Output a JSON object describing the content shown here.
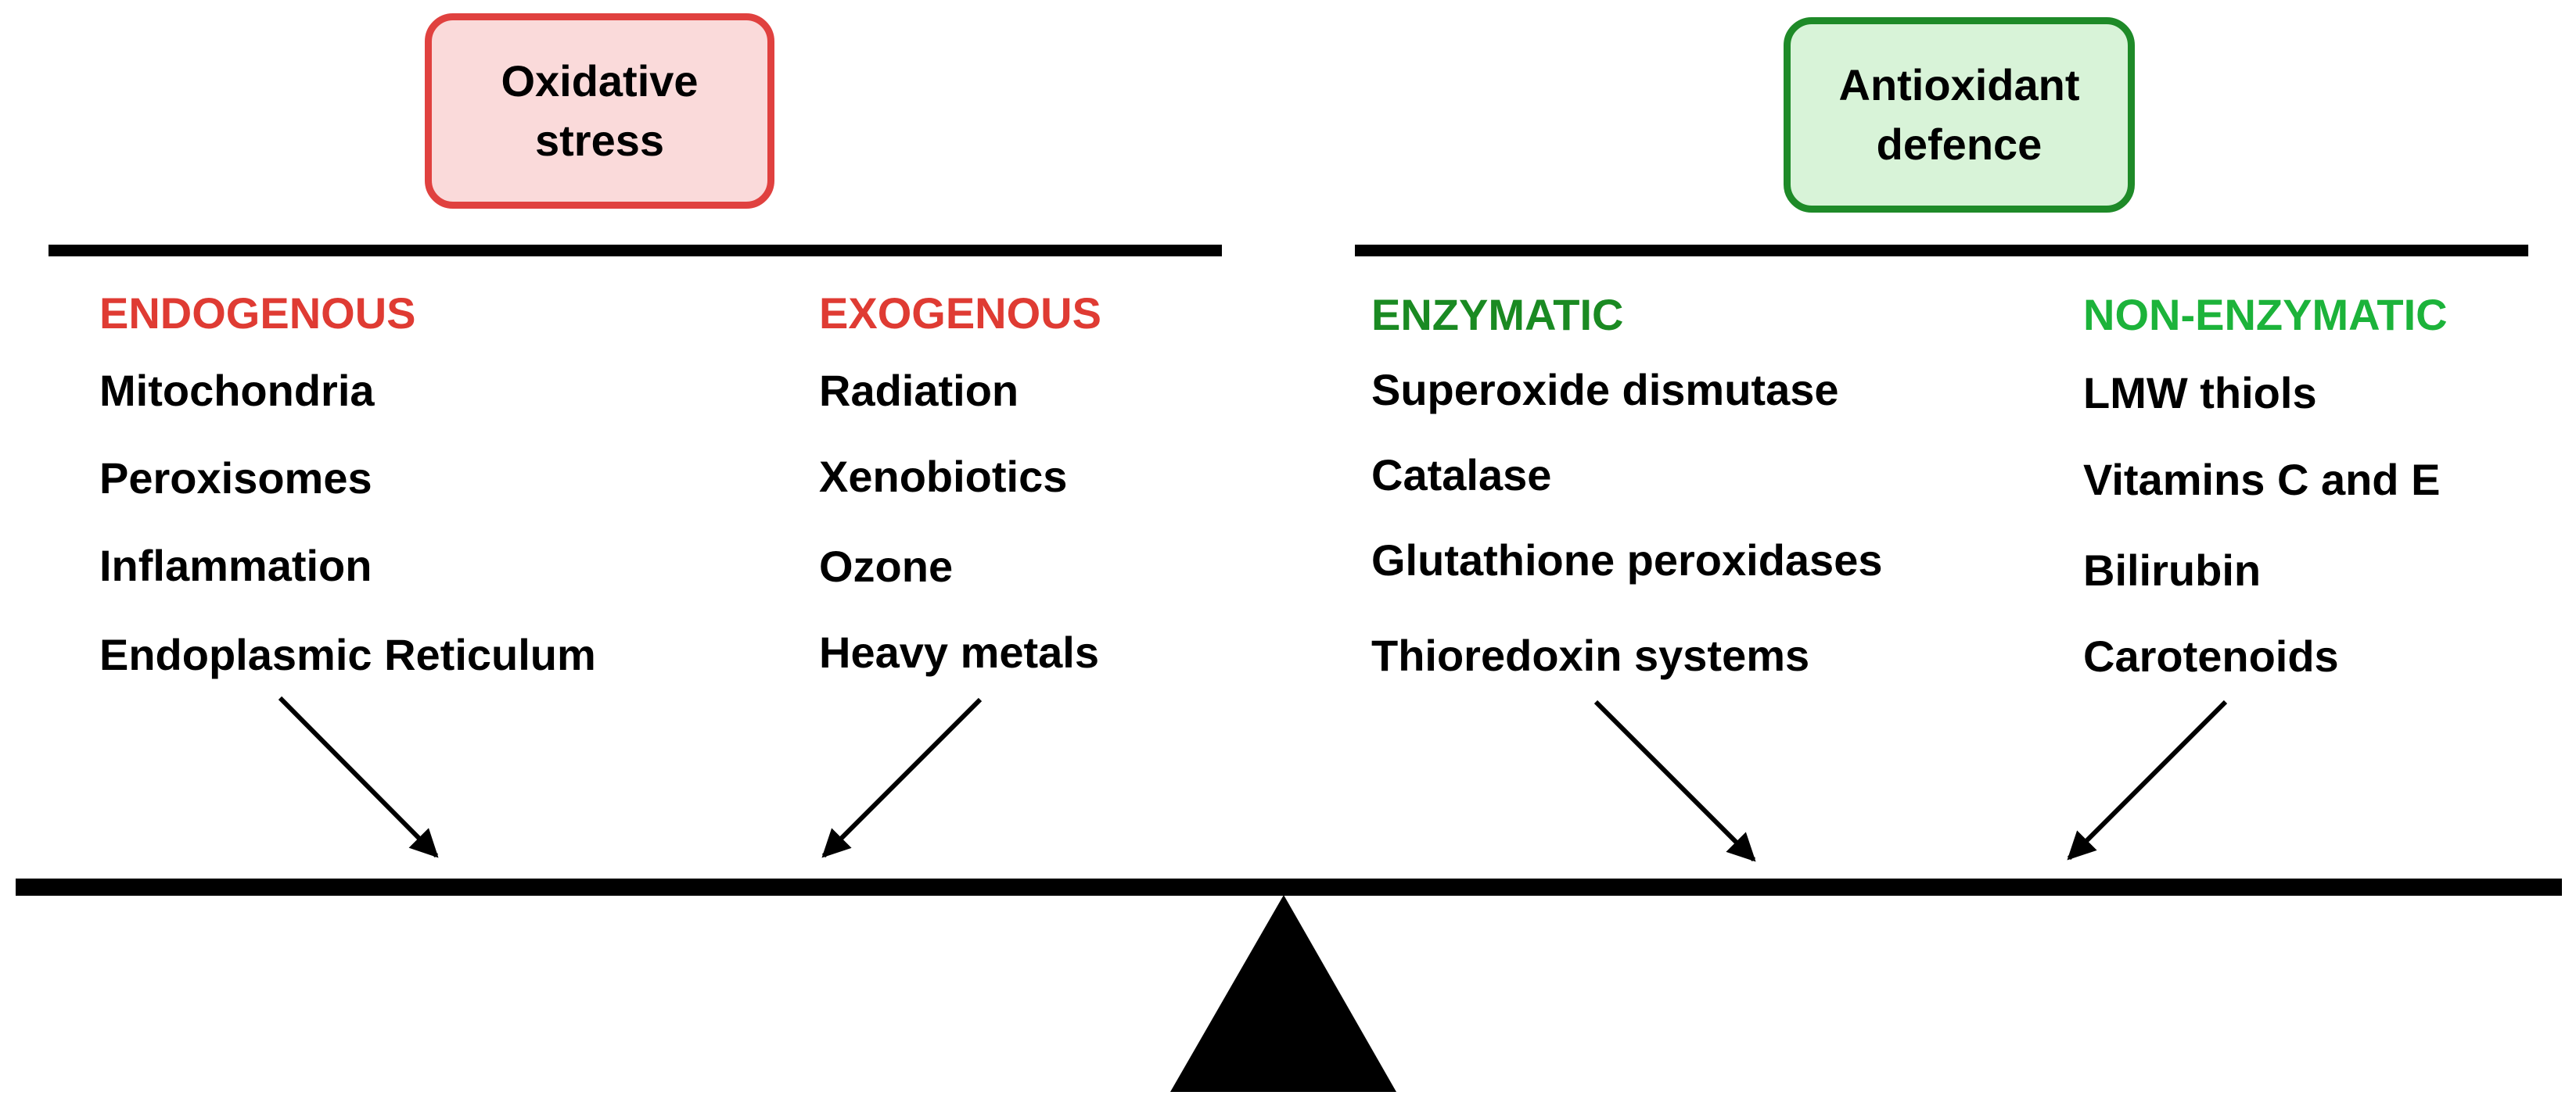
{
  "oxidative_stress": {
    "box_line1": "Oxidative",
    "box_line2": "stress",
    "color": "#e0413f",
    "fill": "#fadada",
    "groups": [
      {
        "header": "ENDOGENOUS",
        "header_color": "#df3b33",
        "items": [
          "Mitochondria",
          "Peroxisomes",
          "Inflammation",
          "Endoplasmic Reticulum"
        ]
      },
      {
        "header": "EXOGENOUS",
        "header_color": "#df3b33",
        "items": [
          "Radiation",
          "Xenobiotics",
          "Ozone",
          "Heavy metals"
        ]
      }
    ]
  },
  "antioxidant_defence": {
    "box_line1": "Antioxidant",
    "box_line2": "defence",
    "color": "#1e8a28",
    "fill": "#d8f3d8",
    "groups": [
      {
        "header": "ENZYMATIC",
        "header_color": "#1a8a22",
        "items": [
          "Superoxide dismutase",
          "Catalase",
          "Glutathione peroxidases",
          "Thioredoxin systems"
        ]
      },
      {
        "header": "NON-ENZYMATIC",
        "header_color": "#1cb33a",
        "items": [
          "LMW thiols",
          "Vitamins C and E",
          "Bilirubin",
          "Carotenoids"
        ]
      }
    ]
  }
}
